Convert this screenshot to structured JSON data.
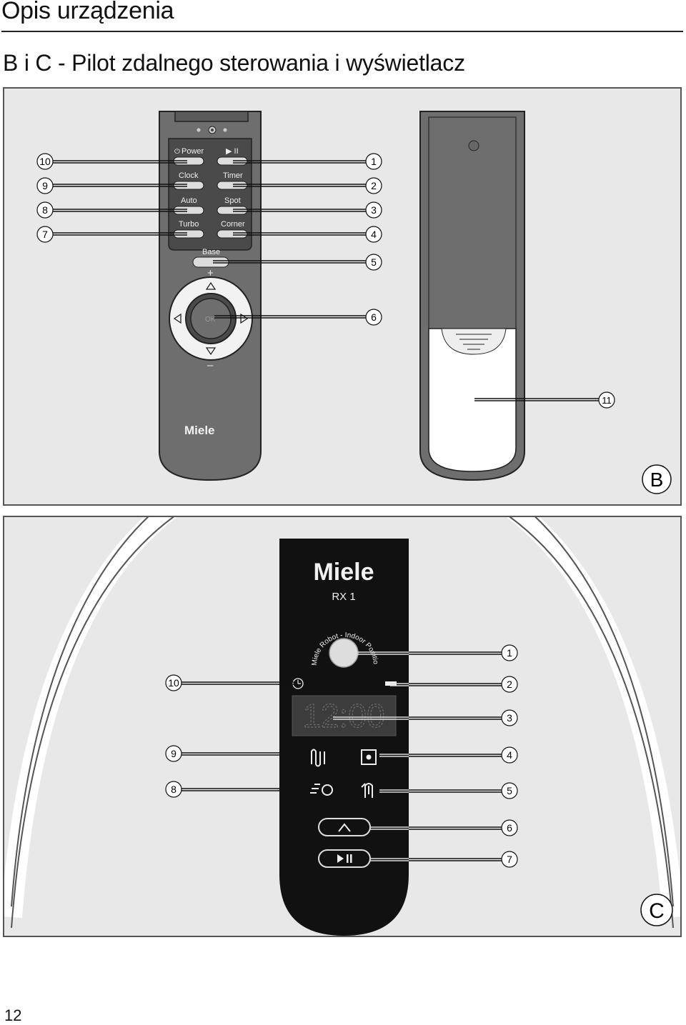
{
  "page": {
    "heading": "Opis urządzenia",
    "section_title": "B i C - Pilot zdalnego sterowania i wyświetlacz",
    "page_number": "12"
  },
  "remote": {
    "buttons": {
      "power": "Power",
      "play_pause": "▶ II",
      "clock": "Clock",
      "timer": "Timer",
      "auto": "Auto",
      "spot": "Spot",
      "turbo": "Turbo",
      "corner": "Corner",
      "base": "Base",
      "plus": "+",
      "minus": "–",
      "ok": "OK"
    },
    "brand": "Miele"
  },
  "display": {
    "brand": "Miele",
    "model": "RX 1",
    "ring_text": "Miele Robot - Indoor Positioning System",
    "segment_display": "12:00"
  },
  "callouts_b": {
    "left": [
      "10",
      "9",
      "8",
      "7"
    ],
    "right": [
      "1",
      "2",
      "3",
      "4",
      "5",
      "6"
    ],
    "cover": "11",
    "panel_label": "B"
  },
  "callouts_c": {
    "left": [
      "10",
      "9",
      "8"
    ],
    "right": [
      "1",
      "2",
      "3",
      "4",
      "5",
      "6",
      "7"
    ],
    "panel_label": "C"
  },
  "colors": {
    "remote_body": "#6e6e6e",
    "remote_dark": "#4a4a4a",
    "display_panel": "#111111",
    "panel_bg": "#e8e8e8"
  }
}
